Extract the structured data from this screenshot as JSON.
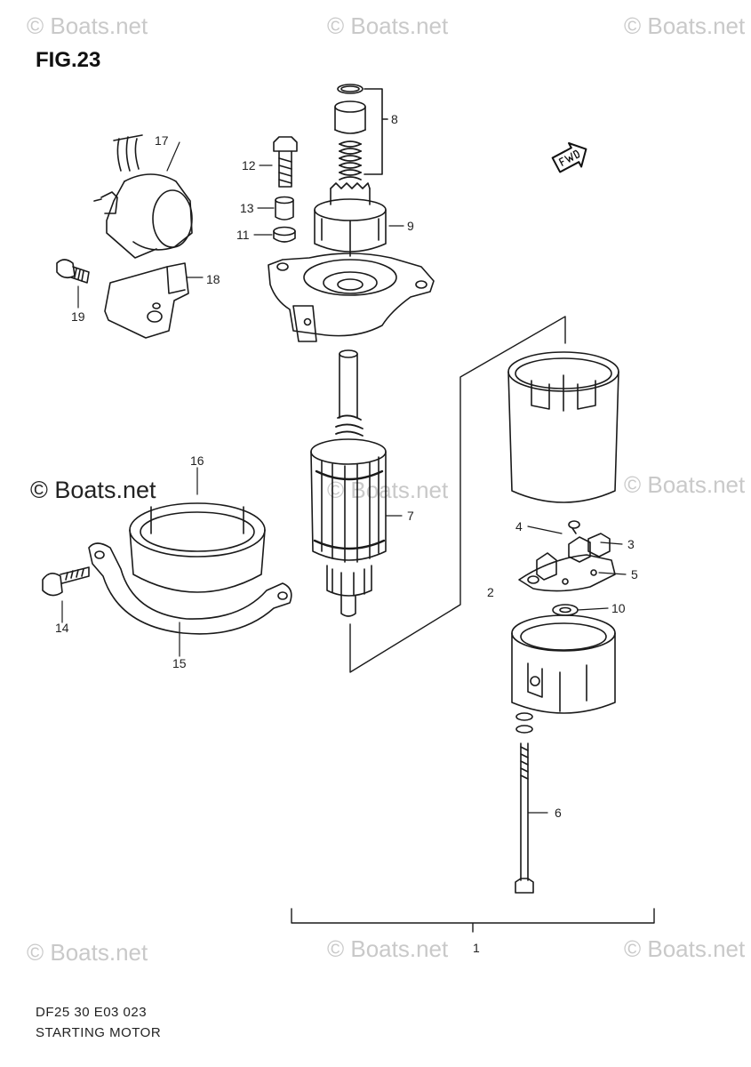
{
  "figure": {
    "title": "FIG.23",
    "code": "DF25 30 E03 023",
    "caption": "STARTING MOTOR"
  },
  "watermark": {
    "text": "© Boats.net"
  },
  "callouts": [
    "1",
    "2",
    "3",
    "4",
    "5",
    "6",
    "7",
    "8",
    "9",
    "10",
    "11",
    "12",
    "13",
    "14",
    "15",
    "16",
    "17",
    "18",
    "19"
  ],
  "icons": [
    "fwd-arrow-icon"
  ]
}
